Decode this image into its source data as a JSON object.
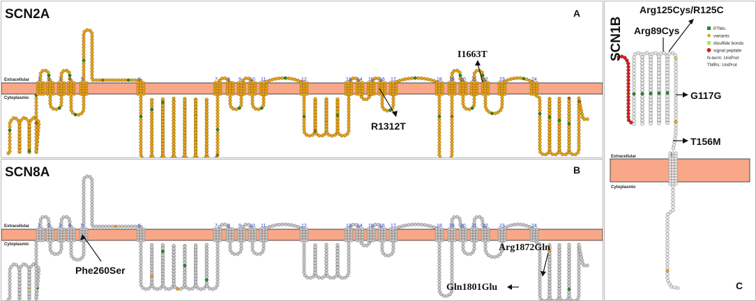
{
  "colors": {
    "membrane": "#f8a888",
    "membrane_edge": "#222222",
    "residue_orange": "#e8a317",
    "residue_grey": "#c8c8c8",
    "ptm": "#1f8a2a",
    "variant": "#e8a317",
    "disulfide": "#a5e65a",
    "signal": "#d42020"
  },
  "panels": [
    {
      "id": "scn2a",
      "title": "SCN2A",
      "letter": "A",
      "extracellular": "Extracellular",
      "cytoplasmic": "Cytoplasmic",
      "segments": [
        "1",
        "2",
        "3",
        "4",
        "5",
        "6",
        "7",
        "8",
        "9",
        "10",
        "11",
        "12",
        "13",
        "14",
        "15",
        "16",
        "17",
        "18",
        "19",
        "20",
        "21",
        "22",
        "23",
        "24"
      ],
      "annotations": [
        {
          "text": "I1663T"
        },
        {
          "text": "R1312T"
        }
      ]
    },
    {
      "id": "scn8a",
      "title": "SCN8A",
      "letter": "B",
      "extracellular": "Extracellular",
      "cytoplasmic": "Cytoplasmic",
      "segments": [
        "1",
        "2",
        "3",
        "4",
        "5",
        "6",
        "7",
        "8",
        "9",
        "10",
        "11",
        "12",
        "13",
        "14",
        "15",
        "16",
        "17",
        "18",
        "19",
        "20",
        "21",
        "22",
        "23",
        "24"
      ],
      "annotations": [
        {
          "text": "Phe260Ser"
        },
        {
          "text": "Arg1872Gln"
        },
        {
          "text": "Gln1801Glu"
        }
      ]
    },
    {
      "id": "scn1b",
      "title": "SCN1B",
      "letter": "C",
      "extracellular": "Extracellular",
      "cytoplasmic": "Cytoplasmic",
      "segments": [
        "1"
      ],
      "legend": [
        {
          "label": "PTMs",
          "color": "#1f8a2a",
          "shape": "square"
        },
        {
          "label": "variants",
          "color": "#e8a317",
          "shape": "diamond"
        },
        {
          "label": "disulfide bonds",
          "color": "#a5e65a",
          "shape": "square"
        },
        {
          "label": "signal peptide",
          "color": "#d42020",
          "shape": "circle"
        }
      ],
      "legend_notes": [
        "N-term: UniProt",
        "TMRs: UniProt"
      ],
      "annotations": [
        {
          "text": "Arg125Cys/R125C"
        },
        {
          "text": "Arg89Cys"
        },
        {
          "text": "G117G"
        },
        {
          "text": "T156M"
        }
      ]
    }
  ]
}
